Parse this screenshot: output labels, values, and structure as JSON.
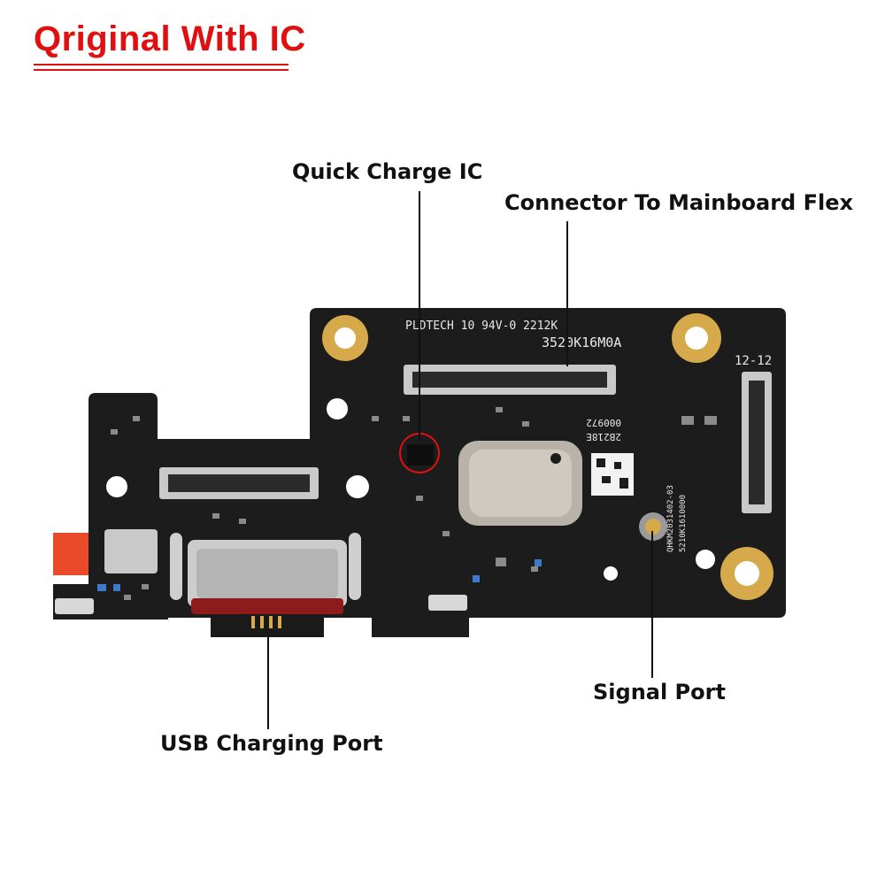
{
  "header": {
    "title": "Qriginal With IC",
    "accent": "#e01010"
  },
  "callouts": {
    "quick_charge_ic": "Quick Charge IC",
    "connector_mainboard": "Connector To Mainboard Flex",
    "usb_port": "USB Charging Port",
    "signal_port": "Signal Port"
  },
  "board": {
    "silkscreen_top": "PLDTECH 10 94V-0 2212K",
    "silkscreen_model": "3520K16M0A",
    "silkscreen_date": "12-12",
    "code_a": "000972",
    "code_b": "2B218E",
    "side_code_a": "QHKM2031402-03",
    "side_code_b": "5210K1610000",
    "colors": {
      "pcb": "#1c1c1c",
      "gold": "#d6a94a",
      "flex": "#e84a2a",
      "connector": "#c9c9c9"
    },
    "highlight_ring_color": "#e01010"
  }
}
